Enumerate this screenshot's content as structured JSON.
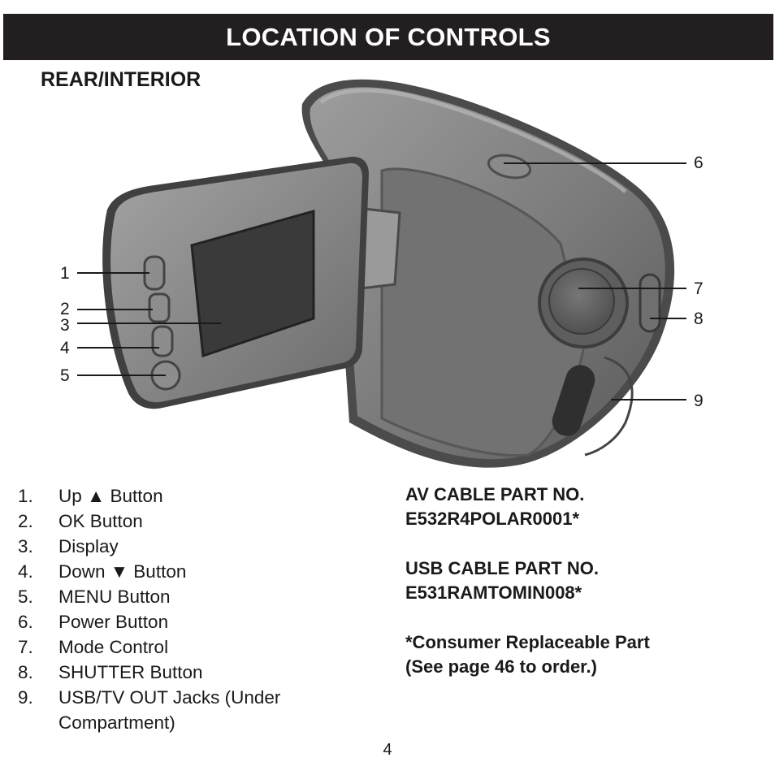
{
  "header": {
    "title": "LOCATION OF CONTROLS"
  },
  "section": {
    "title": "REAR/INTERIOR"
  },
  "callouts": [
    "1",
    "2",
    "3",
    "4",
    "5",
    "6",
    "7",
    "8",
    "9"
  ],
  "legend": [
    {
      "num": "1.",
      "text": "Up ▲ Button"
    },
    {
      "num": "2.",
      "text": "OK Button"
    },
    {
      "num": "3.",
      "text": "Display"
    },
    {
      "num": "4.",
      "text": "Down ▼ Button"
    },
    {
      "num": "5.",
      "text": "MENU Button"
    },
    {
      "num": "6.",
      "text": "Power Button"
    },
    {
      "num": "7.",
      "text": "Mode Control"
    },
    {
      "num": "8.",
      "text": "SHUTTER Button"
    },
    {
      "num": "9.",
      "text": "USB/TV OUT Jacks (Under Compartment)"
    }
  ],
  "notes": {
    "av_line1": "AV CABLE PART NO.",
    "av_line2": "E532R4POLAR0001*",
    "usb_line1": "USB CABLE PART NO.",
    "usb_line2": "E531RAMTOMIN008*",
    "consumer_line1": "*Consumer Replaceable Part",
    "consumer_line2": "(See page 46 to order.)"
  },
  "footer": {
    "page_number": "4"
  }
}
